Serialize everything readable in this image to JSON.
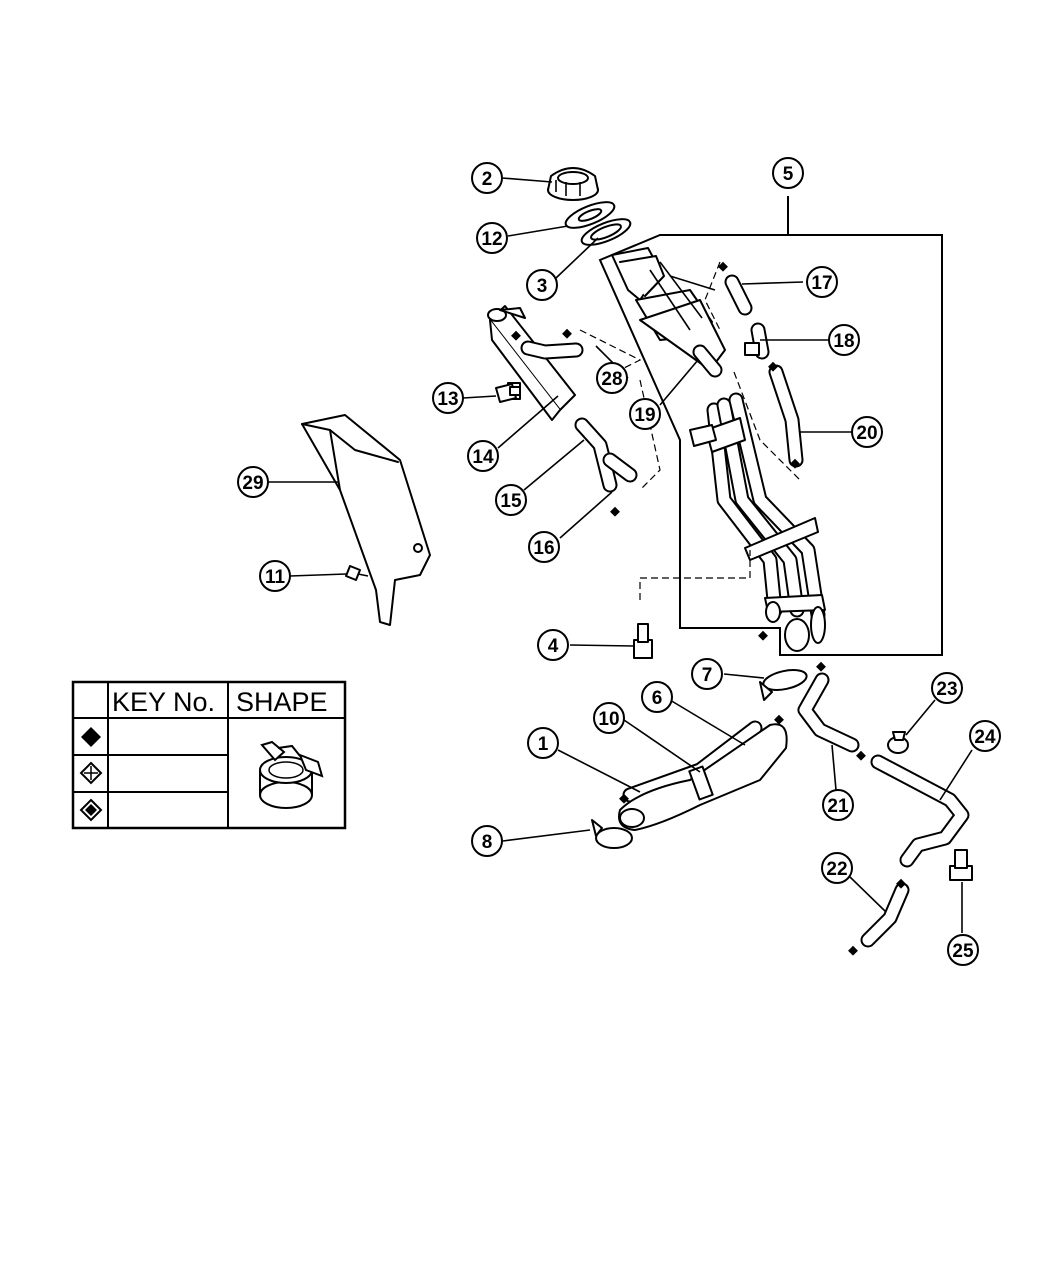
{
  "callouts": [
    "1",
    "2",
    "3",
    "4",
    "5",
    "6",
    "7",
    "8",
    "10",
    "11",
    "12",
    "13",
    "14",
    "15",
    "16",
    "17",
    "18",
    "19",
    "20",
    "21",
    "22",
    "23",
    "24",
    "25",
    "28",
    "29"
  ],
  "legend": {
    "header_key": "KEY No.",
    "header_shape": "SHAPE",
    "rows": [
      {
        "symbol": "solid-diamond-icon"
      },
      {
        "symbol": "outline-diamond-cross-icon"
      },
      {
        "symbol": "outline-diamond-double-icon"
      }
    ]
  }
}
